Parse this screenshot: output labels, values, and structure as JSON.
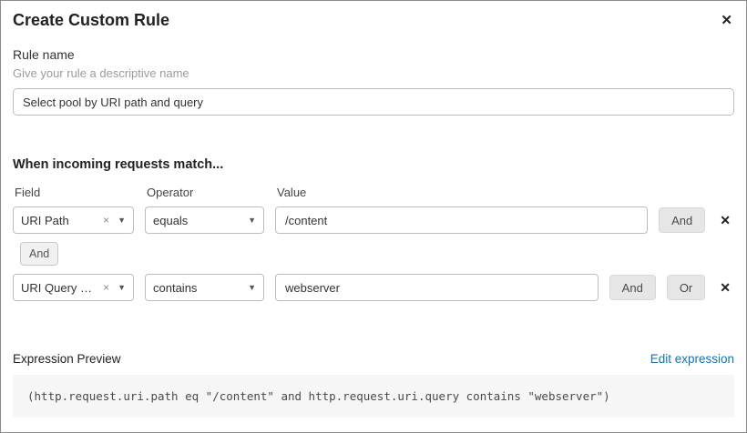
{
  "dialog": {
    "title": "Create Custom Rule"
  },
  "icons": {
    "close": "✕",
    "clear": "×",
    "caret": "▼",
    "remove": "✕"
  },
  "rule_name": {
    "label": "Rule name",
    "hint": "Give your rule a descriptive name",
    "value": "Select pool by URI path and query"
  },
  "match": {
    "heading": "When incoming requests match...",
    "columns": {
      "field": "Field",
      "operator": "Operator",
      "value": "Value"
    },
    "rows": [
      {
        "field": "URI Path",
        "operator": "equals",
        "value": "/content"
      },
      {
        "field": "URI Query St...",
        "operator": "contains",
        "value": "webserver"
      }
    ],
    "buttons": {
      "and": "And",
      "or": "Or"
    },
    "connector": "And"
  },
  "expression": {
    "label": "Expression Preview",
    "edit_link": "Edit expression",
    "code": "(http.request.uri.path eq \"/content\" and http.request.uri.query contains \"webserver\")"
  },
  "colors": {
    "link": "#1673b1",
    "button_bg": "#e6e6e6",
    "expression_bg": "#f6f6f6"
  }
}
